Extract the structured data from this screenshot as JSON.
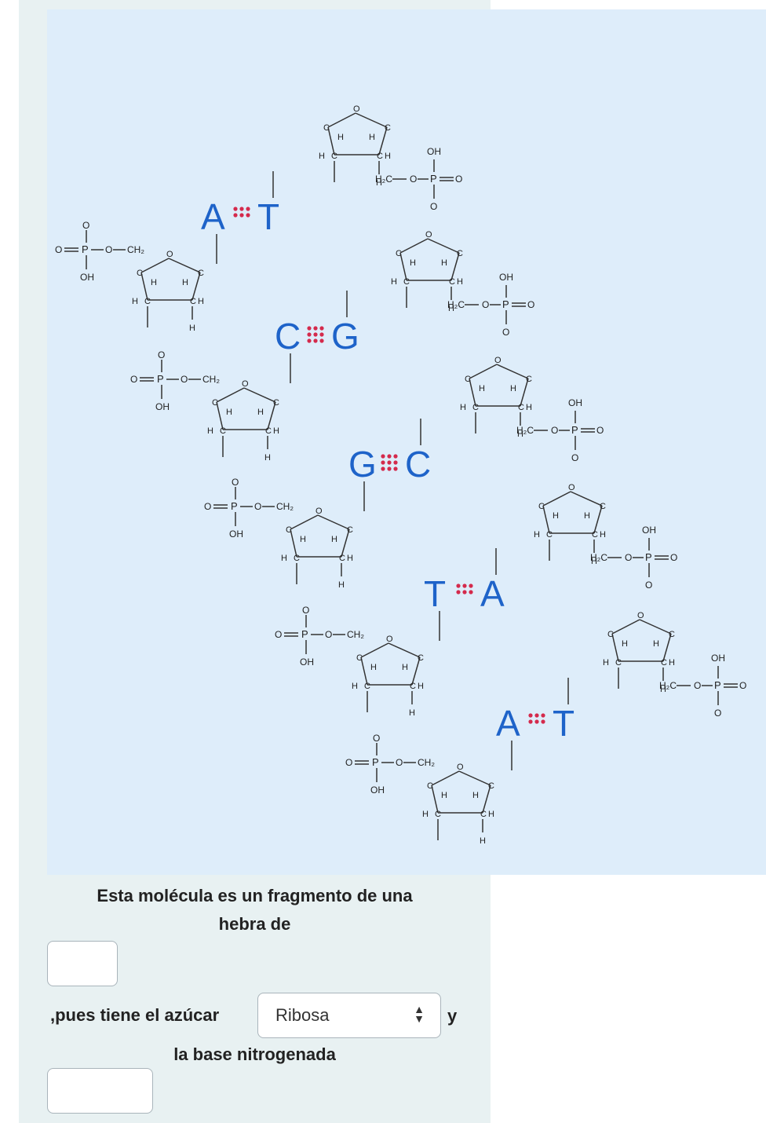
{
  "figure": {
    "pairs": [
      {
        "left": "A",
        "right": "T"
      },
      {
        "left": "C",
        "right": "G"
      },
      {
        "left": "G",
        "right": "C"
      },
      {
        "left": "T",
        "right": "A"
      },
      {
        "left": "A",
        "right": "T"
      }
    ],
    "labels": {
      "ch2": "CH₂",
      "h2c": "H₂C",
      "oh": "OH",
      "p": "P",
      "o": "O",
      "c": "C",
      "h": "H"
    },
    "colors": {
      "base": "#1e63c9",
      "hbond": "#d42a4c"
    }
  },
  "question": {
    "line1": "Esta molécula es un fragmento de una",
    "line2": "hebra de",
    "line3_prefix": ",pues tiene el azúcar",
    "sugar_select": "Ribosa",
    "line3_suffix": "y",
    "line4": "la base nitrogenada",
    "answer1": "",
    "answer2": ""
  }
}
